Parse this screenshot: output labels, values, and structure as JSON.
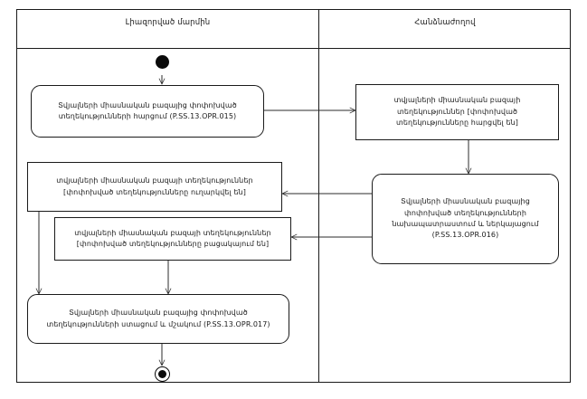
{
  "diagram": {
    "type": "uml-activity-swimlane",
    "title": "",
    "lanes": [
      {
        "id": "lane-left",
        "label": "Լիազորված մարմին"
      },
      {
        "id": "lane-right",
        "label": "Հանձնաժողով"
      }
    ],
    "nodes": [
      {
        "id": "start",
        "kind": "initial-node",
        "lane": "lane-left",
        "label": ""
      },
      {
        "id": "action-015",
        "kind": "action",
        "lane": "lane-left",
        "label": "Տվյալների միասնական բազայից փոփոխված տեղեկությունների հարցում (P.SS.13.OPR.015)",
        "code": "P.SS.13.OPR.015"
      },
      {
        "id": "state-requested",
        "kind": "object-state",
        "lane": "lane-right",
        "label": "տվյալների միասնական բազայի տեղեկություններ [փոփոխված տեղեկությունները հարցվել են]",
        "state": "[փոփոխված տեղեկությունները հարցվել են]"
      },
      {
        "id": "action-016",
        "kind": "action",
        "lane": "lane-right",
        "label": "Տվյալների միասնական բազայից փոփոխված տեղեկությունների նախապատրաստում և ներկայացում (P.SS.13.OPR.016)",
        "code": "P.SS.13.OPR.016"
      },
      {
        "id": "state-sent",
        "kind": "object-state",
        "lane": "lane-left",
        "label": "տվյալների միասնական բազայի տեղեկություններ [փոփոխված տեղեկությունները ուղարկվել են]",
        "state": "[փոփոխված տեղեկությունները ուղարկվել են]"
      },
      {
        "id": "state-absent",
        "kind": "object-state",
        "lane": "lane-left",
        "label": "տվյալների միասնական բազայի տեղեկություններ [փոփոխված տեղեկությունները բացակայում են]",
        "state": "[փոփոխված տեղեկությունները բացակայում են]"
      },
      {
        "id": "action-017",
        "kind": "action",
        "lane": "lane-left",
        "label": "Տվյալների միասնական բազայից փոփոխված տեղեկությունների ստացում և մշակում (P.SS.13.OPR.017)",
        "code": "P.SS.13.OPR.017"
      },
      {
        "id": "end",
        "kind": "final-node",
        "lane": "lane-left",
        "label": ""
      }
    ],
    "edges": [
      {
        "from": "start",
        "to": "action-015",
        "label": ""
      },
      {
        "from": "action-015",
        "to": "state-requested",
        "label": ""
      },
      {
        "from": "state-requested",
        "to": "action-016",
        "label": ""
      },
      {
        "from": "action-016",
        "to": "state-sent",
        "label": ""
      },
      {
        "from": "action-016",
        "to": "state-absent",
        "label": ""
      },
      {
        "from": "state-sent",
        "to": "action-017",
        "label": ""
      },
      {
        "from": "state-absent",
        "to": "action-017",
        "label": ""
      },
      {
        "from": "action-017",
        "to": "end",
        "label": ""
      }
    ],
    "colors": {
      "stroke": "#1a1a1a",
      "edge": "#2b2b2b",
      "node_fill": "#ffffff",
      "background": "#ffffff",
      "control_node": "#0a0a0a"
    }
  }
}
